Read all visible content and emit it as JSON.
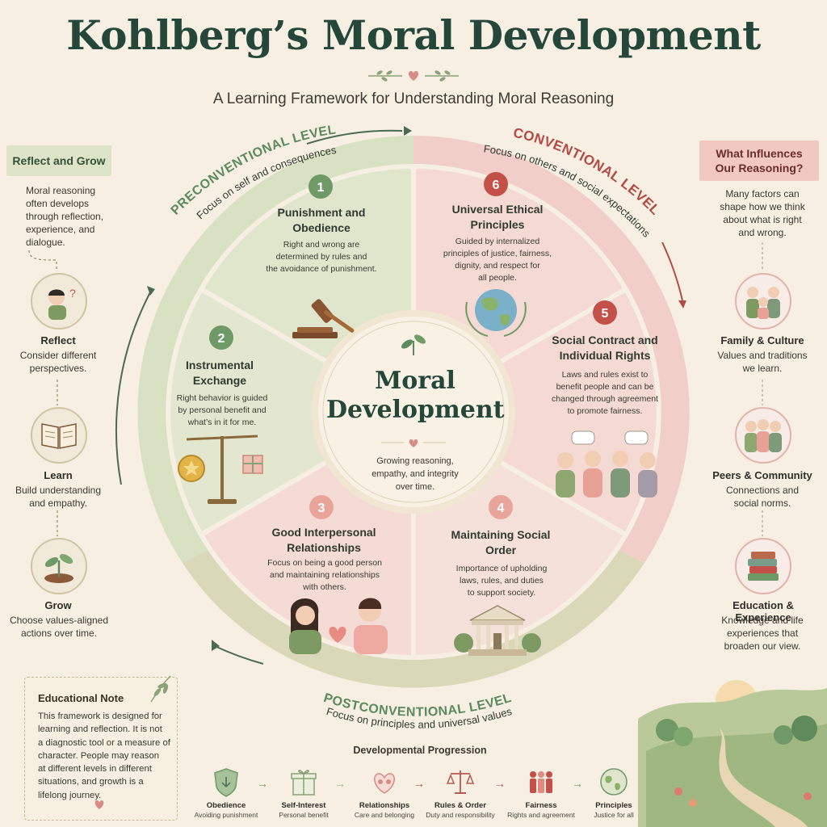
{
  "header": {
    "title": "Kohlberg’s Moral Development",
    "subtitle": "A Learning Framework for Understanding Moral Reasoning"
  },
  "levels": {
    "preconventional": {
      "name": "PRECONVENTIONAL LEVEL",
      "focus": "Focus on self and consequences"
    },
    "conventional": {
      "name": "CONVENTIONAL LEVEL",
      "focus": "Focus on others and social expectations"
    },
    "postconventional": {
      "name": "POSTCONVENTIONAL LEVEL",
      "focus": "Focus on principles and universal values"
    }
  },
  "stages": [
    {
      "number": "1",
      "title": "Punishment and Obedience",
      "desc_lines": [
        "Right and wrong are",
        "determined by rules and",
        "the avoidance of punishment."
      ],
      "icon": "gavel-icon"
    },
    {
      "number": "2",
      "title": "Instrumental Exchange",
      "desc_lines": [
        "Right behavior is guided",
        "by personal benefit and",
        "what’s in it for me."
      ],
      "icon": "scale-icon"
    },
    {
      "number": "3",
      "title": "Good Interpersonal Relationships",
      "desc_lines": [
        "Focus on being a good person",
        "and maintaining relationships",
        "with others."
      ],
      "icon": "couple-icon"
    },
    {
      "number": "4",
      "title": "Maintaining Social Order",
      "desc_lines": [
        "Importance of upholding",
        "laws, rules, and duties",
        "to support society."
      ],
      "icon": "courthouse-icon"
    },
    {
      "number": "5",
      "title": "Social Contract and Individual Rights",
      "desc_lines": [
        "Laws and rules exist to",
        "benefit people and can be",
        "changed through agreement",
        "to promote fairness."
      ],
      "icon": "group-discussion-icon"
    },
    {
      "number": "6",
      "title": "Universal Ethical Principles",
      "desc_lines": [
        "Guided by internalized",
        "principles of justice, fairness,",
        "dignity, and respect for",
        "all people."
      ],
      "icon": "globe-icon"
    }
  ],
  "center": {
    "title_line1": "Moral",
    "title_line2": "Development",
    "desc_lines": [
      "Growing reasoning,",
      "empathy, and integrity",
      "over time."
    ]
  },
  "left_panel": {
    "heading": "Reflect and Grow",
    "intro_lines": [
      "Moral reasoning",
      "often develops",
      "through reflection,",
      "experience, and",
      "dialogue."
    ],
    "items": [
      {
        "title": "Reflect",
        "desc_lines": [
          "Consider different",
          "perspectives."
        ],
        "icon": "thinking-person-icon"
      },
      {
        "title": "Learn",
        "desc_lines": [
          "Build understanding",
          "and empathy."
        ],
        "icon": "book-icon"
      },
      {
        "title": "Grow",
        "desc_lines": [
          "Choose values-aligned",
          "actions over time."
        ],
        "icon": "sprout-icon"
      }
    ]
  },
  "right_panel": {
    "heading_lines": [
      "What Influences",
      "Our Reasoning?"
    ],
    "intro_lines": [
      "Many factors can",
      "shape how we think",
      "about what is right",
      "and wrong."
    ],
    "items": [
      {
        "title": "Family & Culture",
        "desc_lines": [
          "Values and traditions",
          "we learn."
        ],
        "icon": "family-icon"
      },
      {
        "title": "Peers & Community",
        "desc_lines": [
          "Connections and",
          "social norms."
        ],
        "icon": "peers-icon"
      },
      {
        "title": "Education & Experience",
        "desc_lines": [
          "Knowledge and life",
          "experiences that",
          "broaden our view."
        ],
        "icon": "books-stack-icon"
      }
    ]
  },
  "note": {
    "title": "Educational Note",
    "body_lines": [
      "This framework is designed for",
      "learning and reflection. It is not",
      "a diagnostic tool or a measure of",
      "character. People may reason",
      "at different levels in different",
      "situations, and growth is a",
      "lifelong journey."
    ]
  },
  "progression": {
    "title": "Developmental Progression",
    "steps": [
      {
        "name": "Obedience",
        "sub": "Avoiding punishment",
        "icon": "shield-icon"
      },
      {
        "name": "Self-Interest",
        "sub": "Personal benefit",
        "icon": "gift-icon"
      },
      {
        "name": "Relationships",
        "sub": "Care and belonging",
        "icon": "hearts-icon"
      },
      {
        "name": "Rules & Order",
        "sub": "Duty and responsibility",
        "icon": "scale-icon"
      },
      {
        "name": "Fairness",
        "sub": "Rights and agreement",
        "icon": "people-icon"
      },
      {
        "name": "Principles",
        "sub": "Justice for all",
        "icon": "globe-icon"
      }
    ]
  },
  "colors": {
    "green_light": "#dfe6cc",
    "green_ring": "#c9d4ae",
    "pink_light": "#f4d9d1",
    "pink_ring": "#eab3ad",
    "accent_green": "#5a8a5e",
    "accent_red": "#b34a45",
    "title_green": "#24473a"
  }
}
